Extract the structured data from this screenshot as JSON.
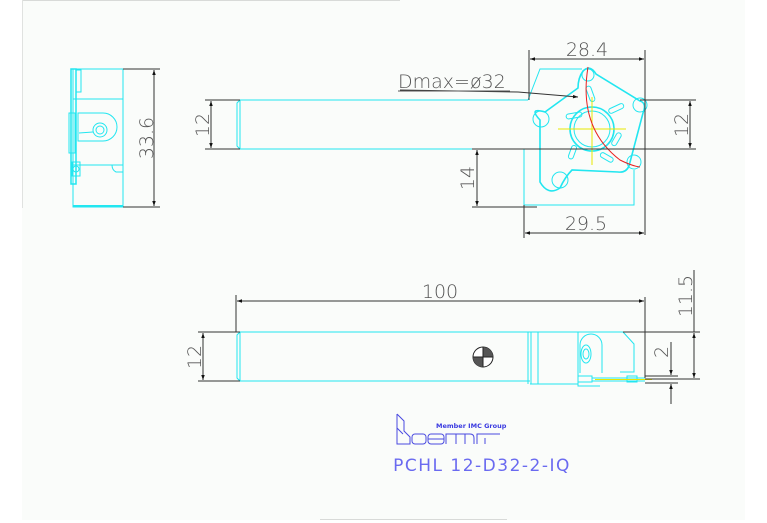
{
  "drawing": {
    "title": "PCHL 12-D32-2-IQ",
    "brand": {
      "logo_text": "iscar",
      "tagline": "Member IMC Group"
    },
    "colors": {
      "geometry": "#22e6f0",
      "dimension": "#222222",
      "dim_text": "#555555",
      "centerline": "#e8e800",
      "diameter_arc": "#e82020",
      "title": "#6a6af0",
      "logo": "#4a4ae0",
      "background": "#fafcfa"
    },
    "views": {
      "side_view": {
        "height_dim": "33.6"
      },
      "top_view": {
        "shank_height_dim": "12",
        "head_width_top_dim": "28.4",
        "head_width_bottom_dim": "29.5",
        "dmax_label": "Dmax=ø32",
        "head_height_dim": "12",
        "offset_dim": "14"
      },
      "front_view": {
        "overall_length_dim": "100",
        "shank_height_dim": "12",
        "height_above_dim": "11.5",
        "cut_width_dim": "2"
      }
    }
  }
}
